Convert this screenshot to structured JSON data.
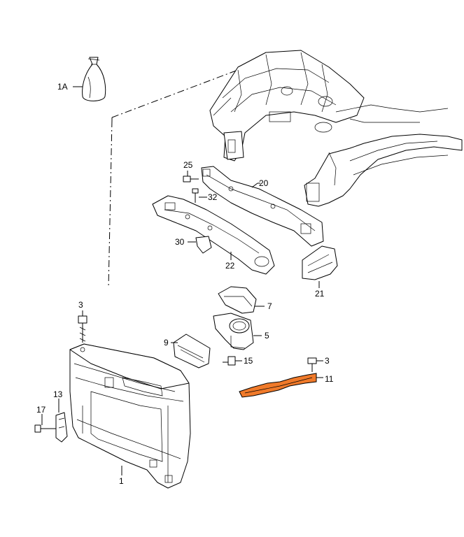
{
  "diagram": {
    "callouts": [
      {
        "id": "1A",
        "text": "1A"
      },
      {
        "id": "25",
        "text": "25"
      },
      {
        "id": "20",
        "text": "20"
      },
      {
        "id": "32",
        "text": "32"
      },
      {
        "id": "30",
        "text": "30"
      },
      {
        "id": "22",
        "text": "22"
      },
      {
        "id": "21",
        "text": "21"
      },
      {
        "id": "7",
        "text": "7"
      },
      {
        "id": "3a",
        "text": "3"
      },
      {
        "id": "5",
        "text": "5"
      },
      {
        "id": "9",
        "text": "9"
      },
      {
        "id": "15",
        "text": "15"
      },
      {
        "id": "3b",
        "text": "3"
      },
      {
        "id": "11",
        "text": "11"
      },
      {
        "id": "13",
        "text": "13"
      },
      {
        "id": "17",
        "text": "17"
      },
      {
        "id": "1",
        "text": "1"
      }
    ],
    "colors": {
      "line": "#000000",
      "highlight": "#f07a2a",
      "background": "#ffffff"
    }
  }
}
